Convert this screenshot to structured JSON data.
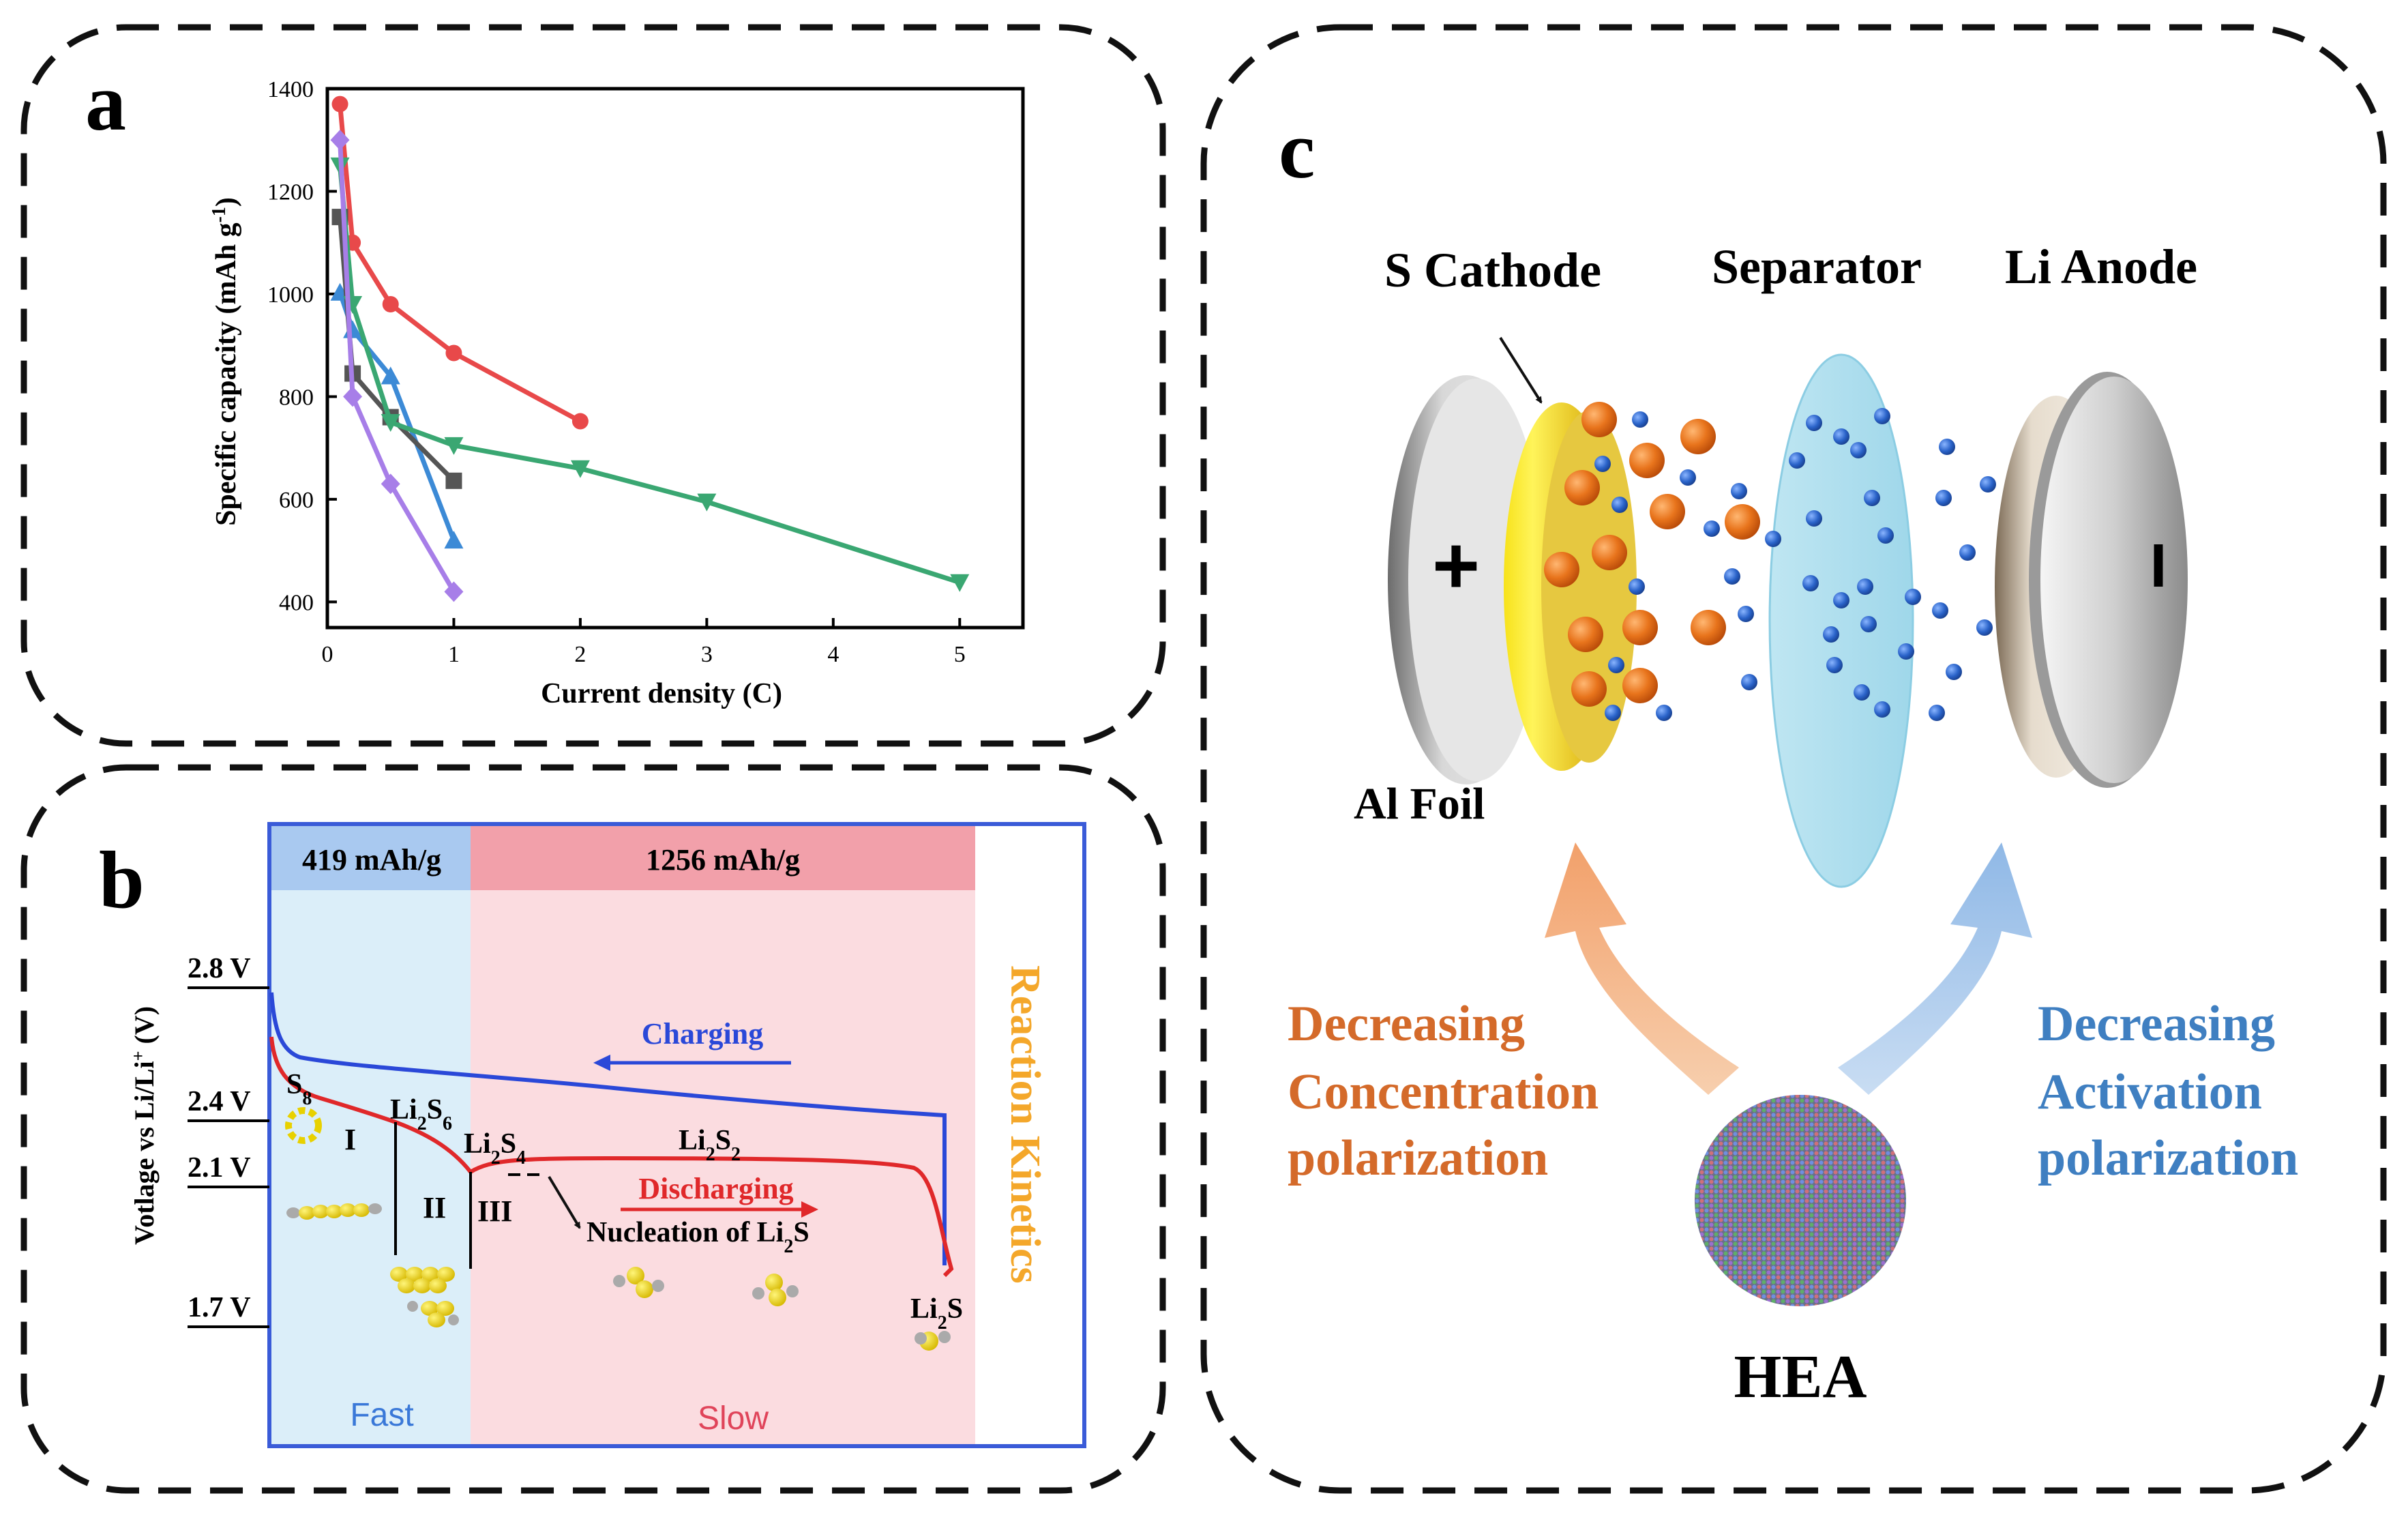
{
  "panel_a": {
    "label": "a",
    "chart_data": {
      "type": "line",
      "xlabel": "Current density (C)",
      "ylabel_main": "Specific capacity (mAh g",
      "ylabel_sup": "-1",
      "ylabel_end": ")",
      "xlim": [
        0,
        5.5
      ],
      "ylim": [
        350,
        1400
      ],
      "xticks": [
        0,
        1,
        2,
        3,
        4,
        5
      ],
      "yticks": [
        400,
        600,
        800,
        1000,
        1200,
        1400
      ],
      "grid": false,
      "series": [
        {
          "color": "#e8494a",
          "marker": "circle",
          "x": [
            0.1,
            0.2,
            0.5,
            1,
            2
          ],
          "y": [
            1370,
            1100,
            980,
            885,
            752
          ]
        },
        {
          "color": "#3c8ad6",
          "marker": "triangle-up",
          "x": [
            0.1,
            0.2,
            0.5,
            1
          ],
          "y": [
            1003,
            930,
            840,
            520
          ]
        },
        {
          "color": "#555555",
          "marker": "square",
          "x": [
            0.1,
            0.2,
            0.5,
            1
          ],
          "y": [
            1150,
            845,
            760,
            636
          ]
        },
        {
          "color": "#3aa772",
          "marker": "triangle-down",
          "x": [
            0.1,
            0.2,
            0.5,
            1,
            2,
            3,
            5
          ],
          "y": [
            1250,
            980,
            750,
            705,
            660,
            595,
            438
          ]
        },
        {
          "color": "#a77ee8",
          "marker": "diamond",
          "x": [
            0.1,
            0.2,
            0.5,
            1
          ],
          "y": [
            1300,
            800,
            630,
            420
          ]
        }
      ]
    }
  },
  "panel_b": {
    "label": "b",
    "cap_left": "419 mAh/g",
    "cap_right": "1256 mAh/g",
    "ylabel_main": "Votlage vs Li/Li",
    "ylabel_sup": "+",
    "ylabel_end": " (V)",
    "voltages": [
      "2.8 V",
      "2.4 V",
      "2.1 V",
      "1.7 V"
    ],
    "charging": "Charging",
    "discharging": "Discharging",
    "nucleation": "Nucleation of Li",
    "nucleation_sub": "2",
    "nucleation_end": "S",
    "species": {
      "s8_main": "S",
      "s8_sub": "8",
      "li2s6_a": "Li",
      "li2s6_b": "2",
      "li2s6_c": "S",
      "li2s6_d": "6",
      "li2s4_a": "Li",
      "li2s4_b": "2",
      "li2s4_c": "S",
      "li2s4_d": "4",
      "li2s2_a": "Li",
      "li2s2_b": "2",
      "li2s2_c": "S",
      "li2s2_d": "2",
      "li2s_a": "Li",
      "li2s_b": "2",
      "li2s_c": "S"
    },
    "stages": [
      "I",
      "II",
      "III"
    ],
    "fast": "Fast",
    "slow": "Slow",
    "kinetics": "Reaction Kinetics",
    "colors": {
      "fast_bg": "#dbeef9",
      "slow_bg": "#fbdce0",
      "fast_head": "#a9c9f0",
      "slow_head": "#f2a0aa",
      "charge": "#2a48d8",
      "discharge": "#e0282a",
      "kinetics": "#f4a72a"
    }
  },
  "panel_c": {
    "label": "c",
    "cathode": "S Cathode",
    "separator": "Separator",
    "anode": "Li Anode",
    "plus": "+",
    "minus": "I",
    "al_foil": "Al Foil",
    "left_text": [
      "Decreasing",
      "Concentration",
      "polarization"
    ],
    "right_text": [
      "Decreasing",
      "Activation",
      "polarization"
    ],
    "hea": "HEA",
    "colors": {
      "left_text": "#d46a2a",
      "right_text": "#3f7fc1"
    }
  }
}
